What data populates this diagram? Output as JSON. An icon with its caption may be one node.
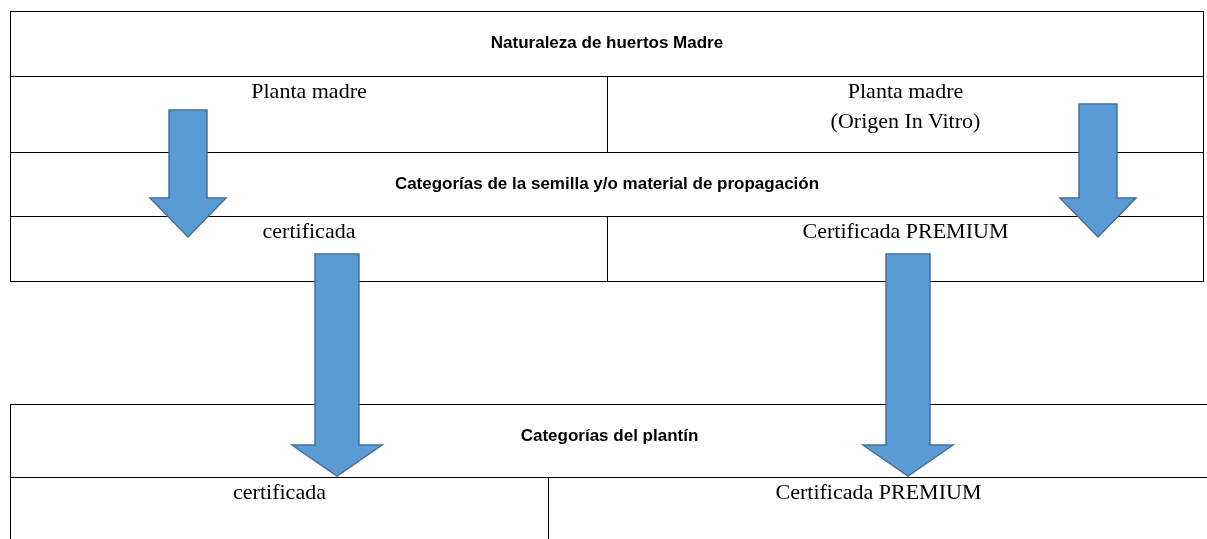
{
  "diagram": {
    "nodes": [
      {
        "text": [
          "Naturaleza de huertos Madre"
        ]
      },
      {
        "text": [
          "Planta madre"
        ]
      },
      {
        "text": [
          "Planta madre (Origen In Vitro)"
        ]
      },
      {
        "text": [
          "Categorías de la semilla y/o material de propagación"
        ]
      },
      {
        "text": [
          "certificada"
        ]
      },
      {
        "text": [
          "Certificada PREMIUM"
        ]
      },
      {
        "text": [
          "Categorías del plantín"
        ]
      },
      {
        "text": [
          "certificada"
        ]
      },
      {
        "text": [
          "Certificada PREMIUM"
        ]
      }
    ],
    "edges": [
      {
        "from": 1,
        "to": 4,
        "arrow": "to"
      },
      {
        "from": 2,
        "to": 5,
        "arrow": "to"
      },
      {
        "from": 4,
        "to": 7,
        "arrow": "to"
      },
      {
        "from": 5,
        "to": 8,
        "arrow": "to"
      }
    ]
  }
}
